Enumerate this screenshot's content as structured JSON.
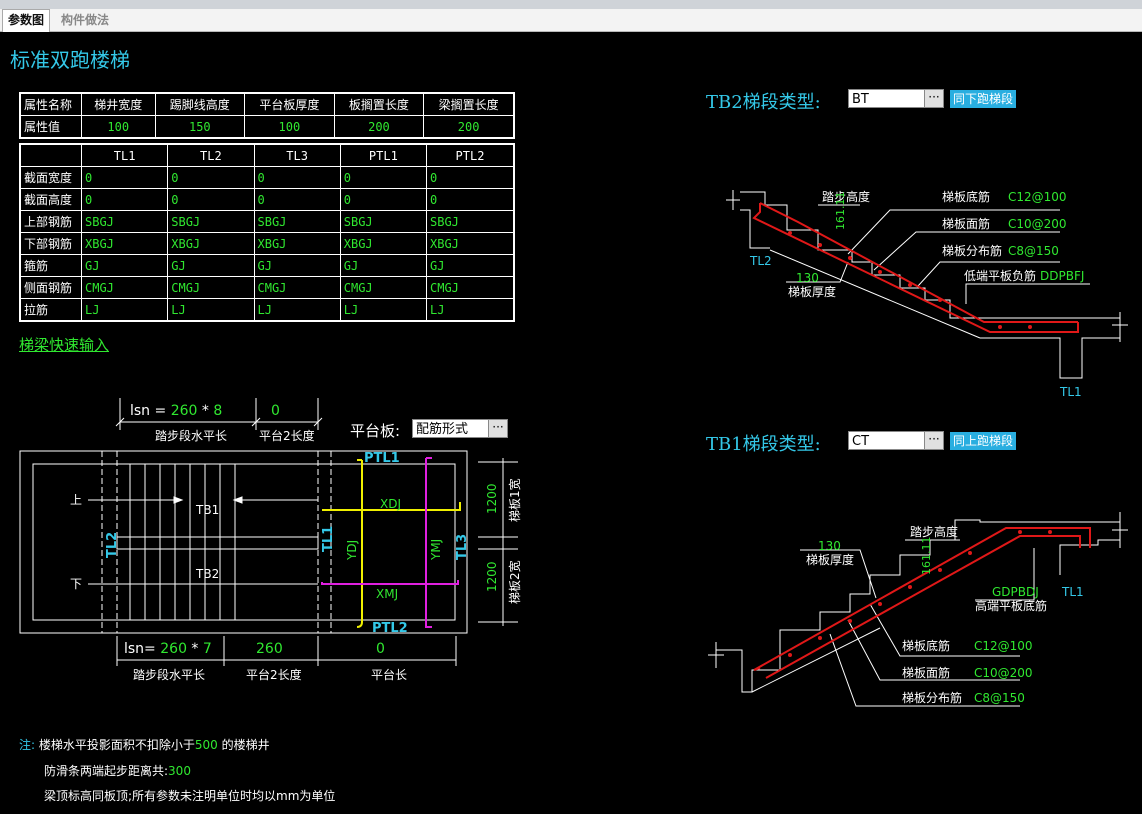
{
  "tabs": [
    "参数图",
    "构件做法"
  ],
  "title": "标准双跑楼梯",
  "props": {
    "row_labels": [
      "属性名称",
      "属性值"
    ],
    "headers": [
      "梯井宽度",
      "踢脚线高度",
      "平台板厚度",
      "板搁置长度",
      "梁搁置长度"
    ],
    "values": [
      "100",
      "150",
      "100",
      "200",
      "200"
    ]
  },
  "beams": {
    "headers": [
      "TL1",
      "TL2",
      "TL3",
      "PTL1",
      "PTL2"
    ],
    "rows": [
      {
        "label": "截面宽度",
        "values": [
          "0",
          "0",
          "0",
          "0",
          "0"
        ]
      },
      {
        "label": "截面高度",
        "values": [
          "0",
          "0",
          "0",
          "0",
          "0"
        ]
      },
      {
        "label": "上部钢筋",
        "values": [
          "SBGJ",
          "SBGJ",
          "SBGJ",
          "SBGJ",
          "SBGJ"
        ]
      },
      {
        "label": "下部钢筋",
        "values": [
          "XBGJ",
          "XBGJ",
          "XBGJ",
          "XBGJ",
          "XBGJ"
        ]
      },
      {
        "label": "箍筋",
        "values": [
          "GJ",
          "GJ",
          "GJ",
          "GJ",
          "GJ"
        ]
      },
      {
        "label": "侧面钢筋",
        "values": [
          "CMGJ",
          "CMGJ",
          "CMGJ",
          "CMGJ",
          "CMGJ"
        ]
      },
      {
        "label": "拉筋",
        "values": [
          "LJ",
          "LJ",
          "LJ",
          "LJ",
          "LJ"
        ]
      }
    ]
  },
  "quick_input": "梯梁快速输入",
  "plan": {
    "top_lsn": "lsn = ",
    "top_step": "260",
    "top_times": " * ",
    "top_count": "8",
    "top_platform2": "0",
    "top_label1": "踏步段水平长",
    "top_label2": "平台2长度",
    "platform_label": "平台板:",
    "platform_value": "配筋形式",
    "bot_lsn": "lsn= ",
    "bot_step": "260",
    "bot_times": " * ",
    "bot_count": "7",
    "bot_platform2": "260",
    "bot_platform": "0",
    "bot_label1": "踏步段水平长",
    "bot_label2": "平台2长度",
    "bot_label3": "平台长",
    "up": "上",
    "down": "下",
    "tb1": "TB1",
    "tb2": "TB2",
    "tl1": "TL1",
    "tl2": "TL2",
    "tl3": "TL3",
    "ptl1": "PTL1",
    "ptl2": "PTL2",
    "xdj": "XDJ",
    "xmj": "XMJ",
    "ydj": "YDJ",
    "ymj": "YMJ",
    "w1": "1200",
    "w2": "1200",
    "w1_label": "梯板1宽",
    "w2_label": "梯板2宽"
  },
  "notes": {
    "prefix": "注:",
    "line1_a": "楼梯水平投影面积不扣除小于",
    "line1_v": "500",
    "line1_b": " 的楼梯井",
    "line2_a": "防滑条两端起步距离共:",
    "line2_v": "300",
    "line3": "梁顶标高同板顶;所有参数未注明单位时均以mm为单位"
  },
  "tb2": {
    "title": "TB2梯段类型:",
    "type": "BT",
    "button": "同下跑梯段",
    "step_height": "踏步高度",
    "step_value": "161.11",
    "thick_value": "130",
    "thick_label": "梯板厚度",
    "r1_label": "梯板底筋",
    "r1_value": "C12@100",
    "r2_label": "梯板面筋",
    "r2_value": "C10@200",
    "r3_label": "梯板分布筋",
    "r3_value": "C8@150",
    "r4_label": "低端平板负筋",
    "r4_value": "DDPBFJ",
    "tl2": "TL2",
    "tl1": "TL1"
  },
  "tb1": {
    "title": "TB1梯段类型:",
    "type": "CT",
    "button": "同上跑梯段",
    "step_height": "踏步高度",
    "step_value": "161.11",
    "thick_value": "130",
    "thick_label": "梯板厚度",
    "r0_value": "GDPBDJ",
    "r0_label": "高端平板底筋",
    "r1_label": "梯板底筋",
    "r1_value": "C12@100",
    "r2_label": "梯板面筋",
    "r2_value": "C10@200",
    "r3_label": "梯板分布筋",
    "r3_value": "C8@150",
    "tl1": "TL1"
  },
  "colors": {
    "cyan": "#34c8e8",
    "green": "#30e830",
    "red": "#e01818",
    "yellow": "#f0f000",
    "magenta": "#e020e0"
  }
}
